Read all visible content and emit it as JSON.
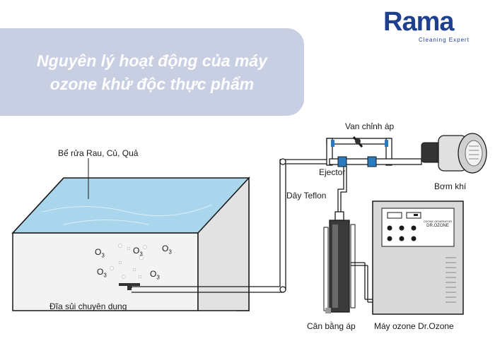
{
  "banner": {
    "title_line1": "Nguyên lý hoạt động của máy",
    "title_line2": "ozone khử độc thực phẩm"
  },
  "logo": {
    "word": "Rama",
    "tagline": "Cleaning Expert"
  },
  "labels": {
    "tank": "Bể rửa Rau, Củ, Quả",
    "valve": "Van chỉnh áp",
    "ejector": "Ejector",
    "teflon": "Dây Teflon",
    "pump": "Bơm khí",
    "diffuser": "Đĩa sủi chuyên dụng",
    "balancer": "Cân bằng áp",
    "machine": "Máy ozone Dr.Ozone"
  },
  "ozone_symbol": "O",
  "ozone_subscript": "3",
  "generator_panel": {
    "line1": "OZONE GENERATOR",
    "line2": "DR.OZONE"
  },
  "colors": {
    "banner": "#c9cfe2",
    "water": "#a9d6ec",
    "tank_side": "#e6e6e6",
    "pipe_stroke": "#1a1a1a",
    "machine": "#d9d9d9",
    "logo": "#1f3f8f"
  }
}
